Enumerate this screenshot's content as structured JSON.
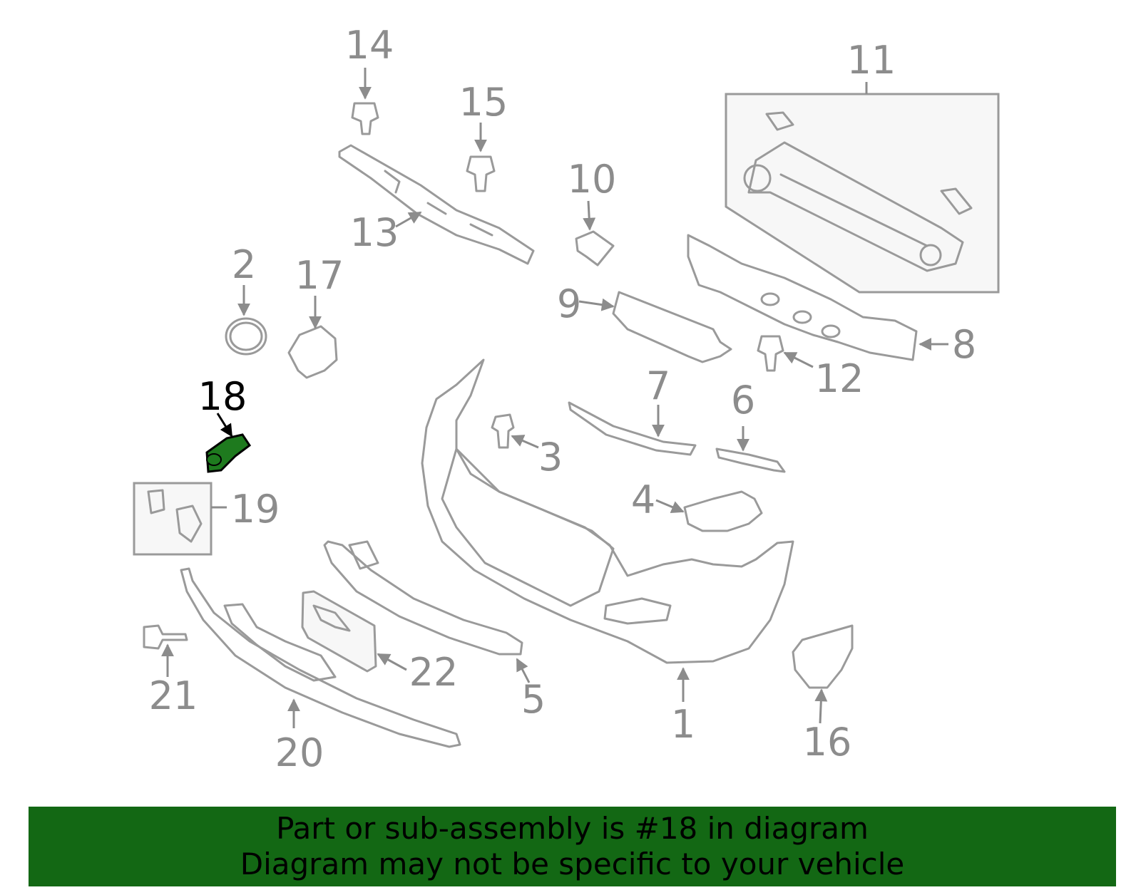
{
  "diagram": {
    "highlighted_part": "18",
    "highlight_color": "#1e7a1e",
    "callouts": [
      "1",
      "2",
      "3",
      "4",
      "5",
      "6",
      "7",
      "8",
      "9",
      "10",
      "11",
      "12",
      "13",
      "14",
      "15",
      "16",
      "17",
      "18",
      "19",
      "20",
      "21",
      "22"
    ]
  },
  "banner": {
    "background": "#136814",
    "line1": "Part or sub-assembly is #18 in diagram",
    "line2": "Diagram may not be specific to your vehicle"
  }
}
